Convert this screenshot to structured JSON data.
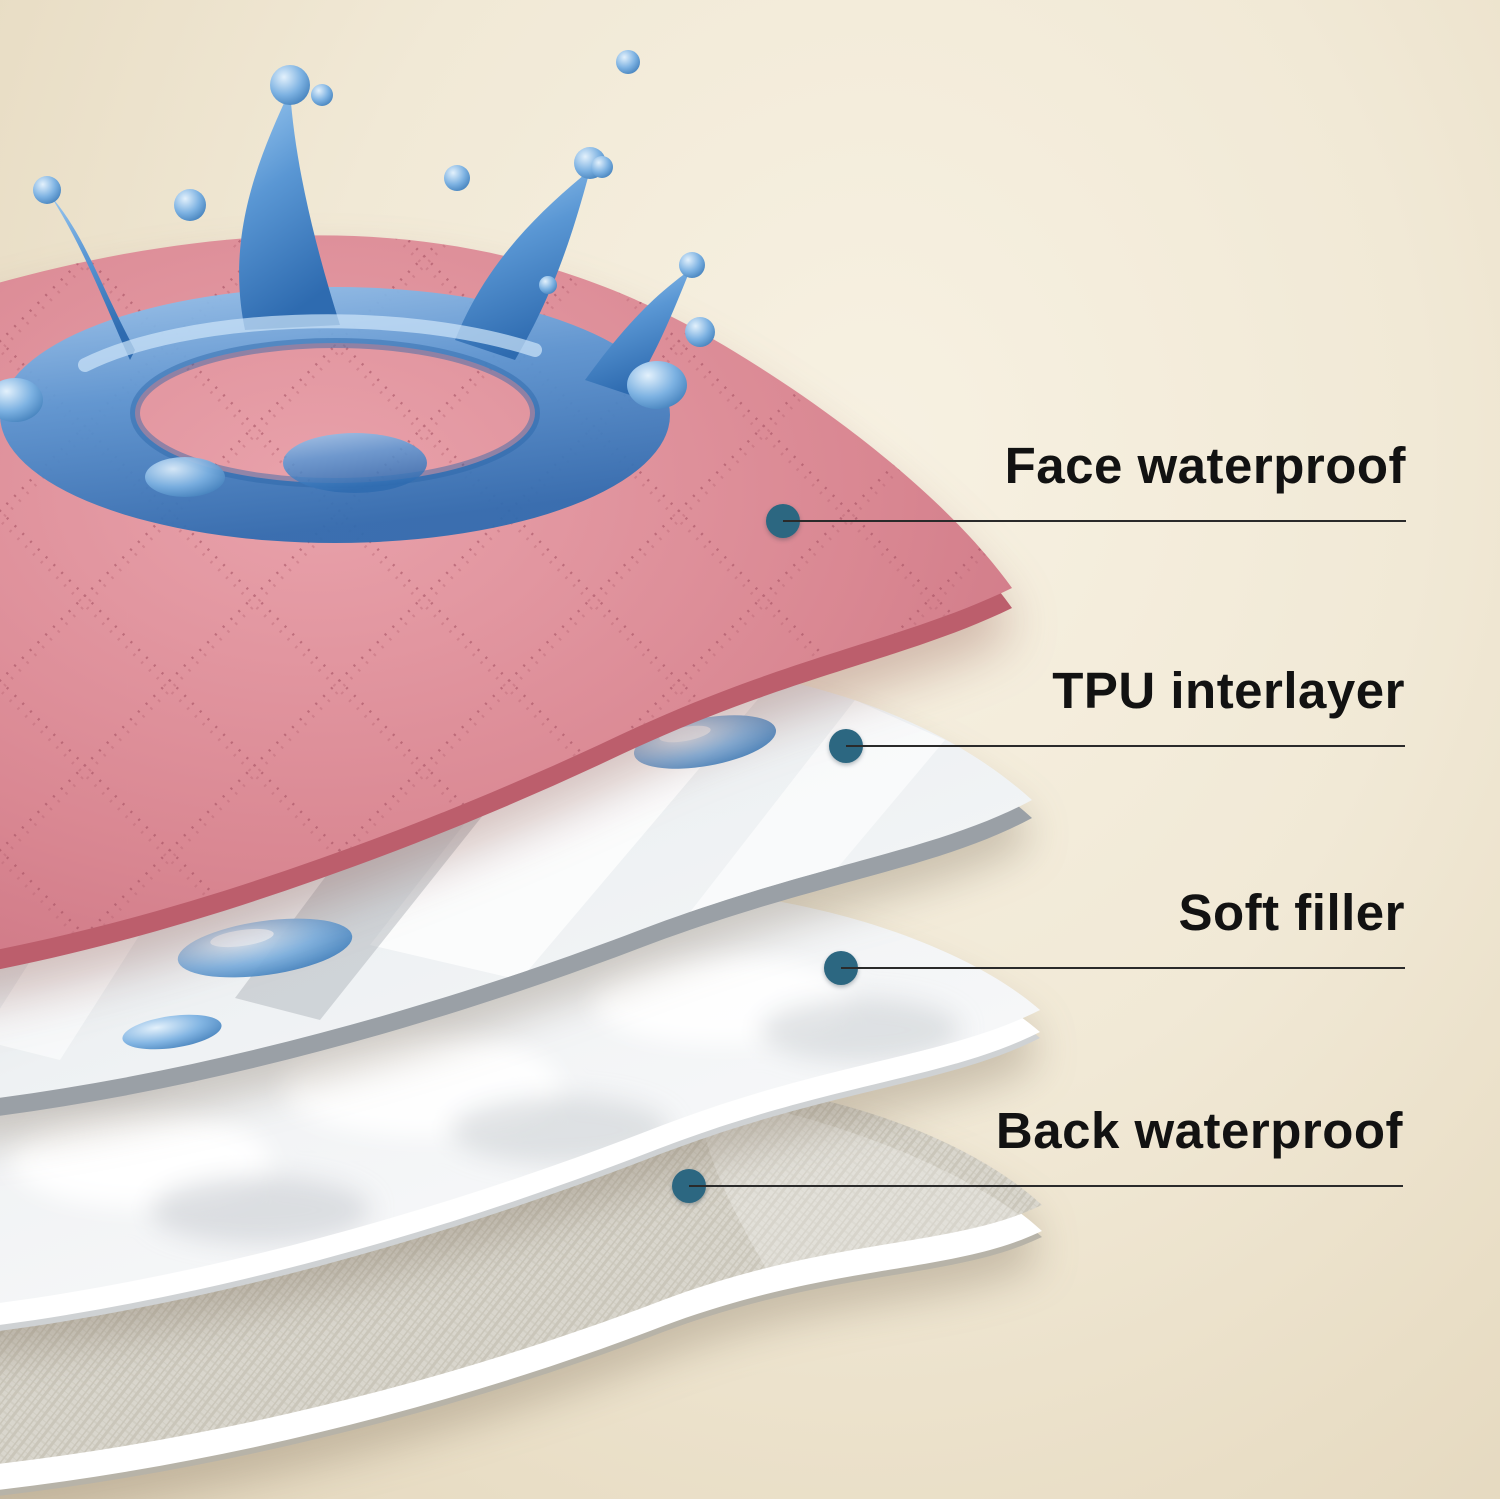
{
  "figure": {
    "type": "product-layer-structure-diagram",
    "background_color": "#efe7d4",
    "accent_dot_color": "#2c6781",
    "callout_line_color": "#2a2a2a",
    "label_text_color": "#121212",
    "callouts": [
      {
        "label": "Face waterproof"
      },
      {
        "label": "TPU interlayer"
      },
      {
        "label": "Soft filler"
      },
      {
        "label": "Back waterproof"
      }
    ],
    "layers": [
      {
        "name": "Face waterproof",
        "color": "#d98691",
        "detail": "pink quilted diamond-stitch surface with water splash"
      },
      {
        "name": "TPU interlayer",
        "color": "#e9edf0",
        "detail": "glossy film with beaded water droplets"
      },
      {
        "name": "Soft filler",
        "color": "#f4f5f7",
        "detail": "white fluffy padding"
      },
      {
        "name": "Back waterproof",
        "color": "#d8d5cc",
        "detail": "woven non-slip backing with white edge"
      }
    ],
    "water_color_light": "#cfe6fa",
    "water_color_dark": "#2f6fae"
  }
}
